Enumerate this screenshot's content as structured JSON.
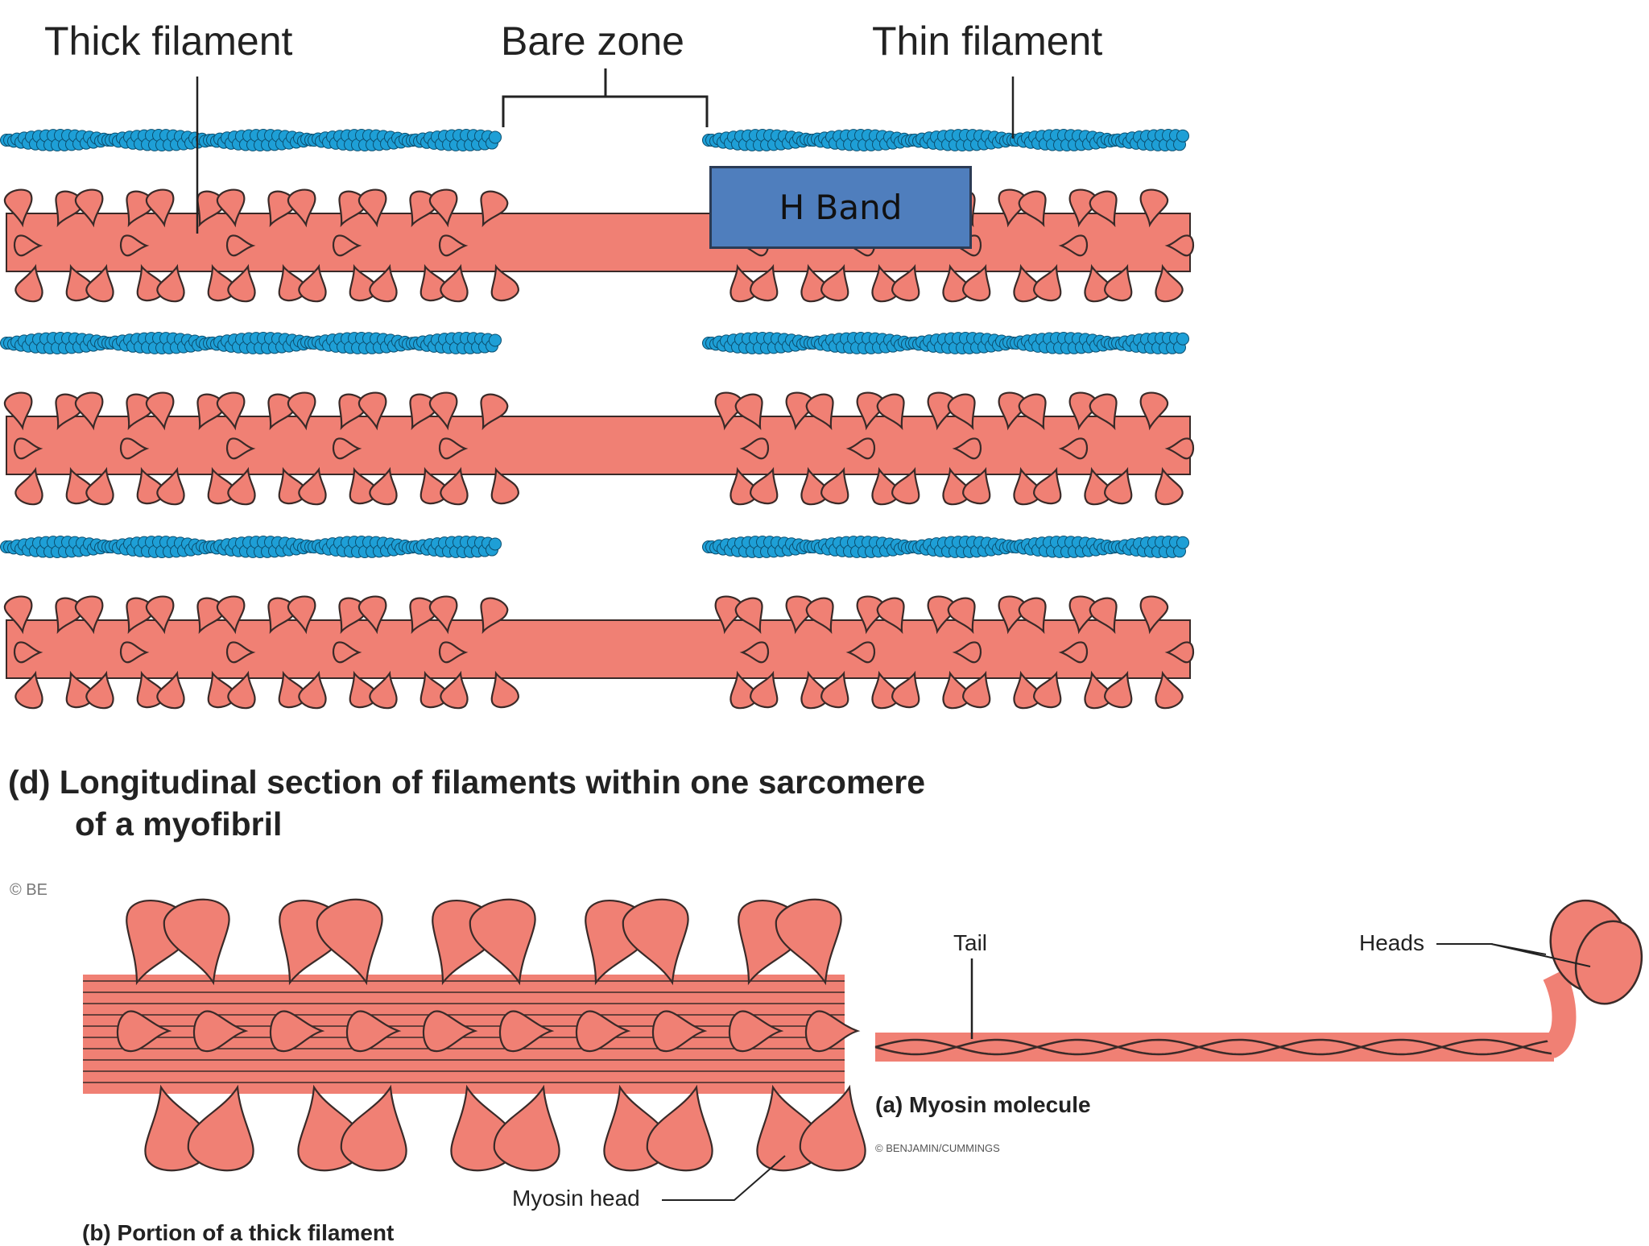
{
  "labels": {
    "thick_filament": "Thick filament",
    "bare_zone": "Bare zone",
    "thin_filament": "Thin filament",
    "h_band": "H Band",
    "caption_d_line1": "(d)  Longitudinal section of filaments within one sarcomere",
    "caption_d_line2": "of a myofibril",
    "copyright_partial": "© BE",
    "myosin_head": "Myosin head",
    "caption_b": "(b)  Portion of a thick filament",
    "tail": "Tail",
    "heads": "Heads",
    "caption_a": "(a)  Myosin molecule",
    "copyright": "© BENJAMIN/CUMMINGS"
  },
  "colors": {
    "thick_filament": "#f08074",
    "myosin_head": "#f08074",
    "thin_filament": "#1e9fd6",
    "outline": "#3a2a28",
    "h_band_box": "#4f7ebd"
  }
}
